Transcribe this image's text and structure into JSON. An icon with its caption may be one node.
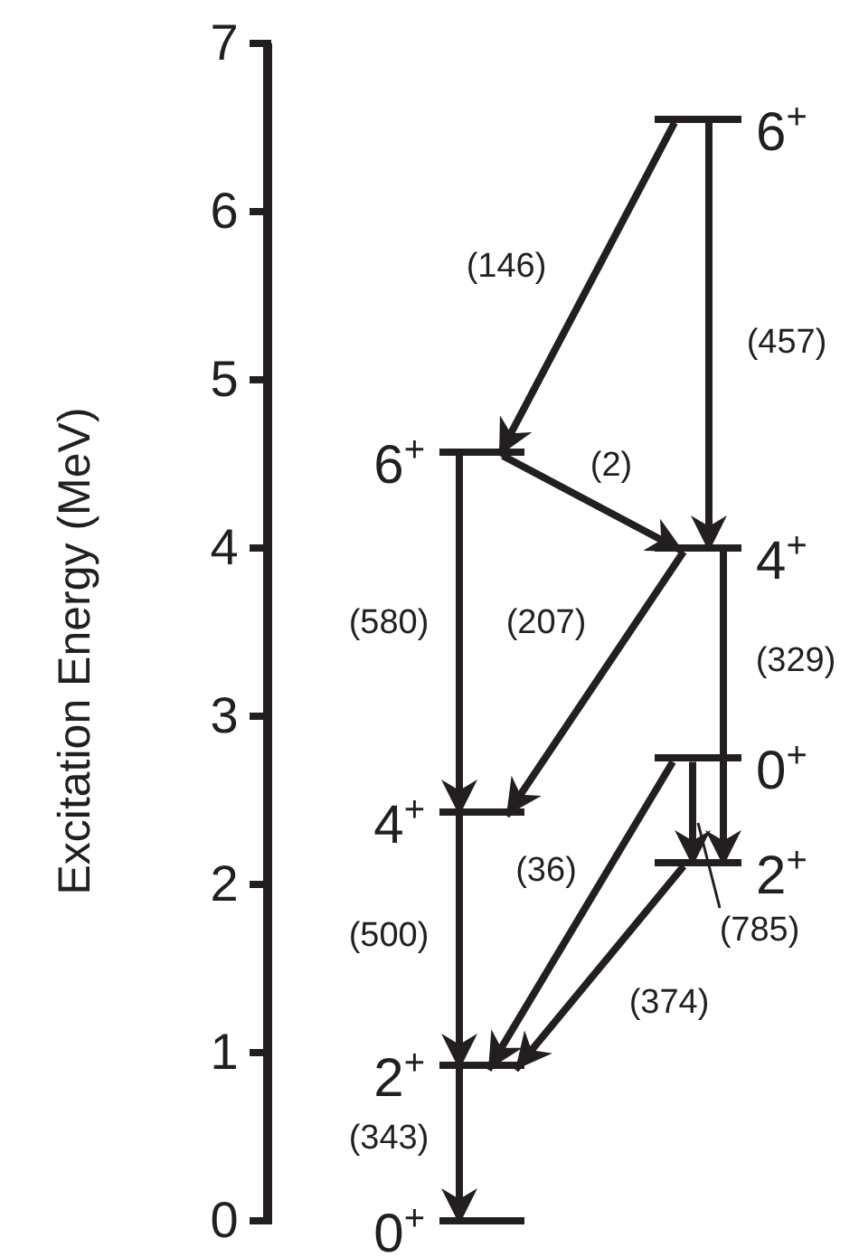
{
  "diagram": {
    "nodes": [
      {
        "text": [
          "6$^{+}$"
        ]
      },
      {
        "text": [
          "6$^{+}$"
        ]
      },
      {
        "text": [
          "4$^{+}$"
        ]
      },
      {
        "text": [
          "0$^{+}$"
        ]
      },
      {
        "text": [
          "4$^{+}$"
        ]
      },
      {
        "text": [
          "2$^{+}$"
        ]
      },
      {
        "text": [
          "2$^{+}$"
        ]
      },
      {
        "text": [
          "0$^{+}$"
        ]
      }
    ],
    "edges": [
      {
        "from": 0,
        "to": 1,
        "arrow": "to",
        "label": "(146)"
      },
      {
        "from": 0,
        "to": 2,
        "arrow": "to",
        "label": "(457)"
      },
      {
        "from": 1,
        "to": 2,
        "arrow": "to",
        "label": "(2)"
      },
      {
        "from": 1,
        "to": 4,
        "arrow": "to",
        "label": "(580)"
      },
      {
        "from": 2,
        "to": 4,
        "arrow": "to",
        "label": "(207)"
      },
      {
        "from": 2,
        "to": 5,
        "arrow": "to",
        "label": "(329)"
      },
      {
        "from": 3,
        "to": 5,
        "arrow": "to",
        "label": "(785)"
      },
      {
        "from": 3,
        "to": 6,
        "arrow": "to",
        "label": "(36)"
      },
      {
        "from": 4,
        "to": 6,
        "arrow": "to",
        "label": "(500)"
      },
      {
        "from": 5,
        "to": 6,
        "arrow": "to",
        "label": "(374)"
      },
      {
        "from": 6,
        "to": 7,
        "arrow": "to",
        "label": "(343)"
      }
    ],
    "labels": [
      "Excitation Energy (MeV)",
      "7",
      "6",
      "5",
      "4",
      "3",
      "2",
      "1",
      "0"
    ]
  }
}
